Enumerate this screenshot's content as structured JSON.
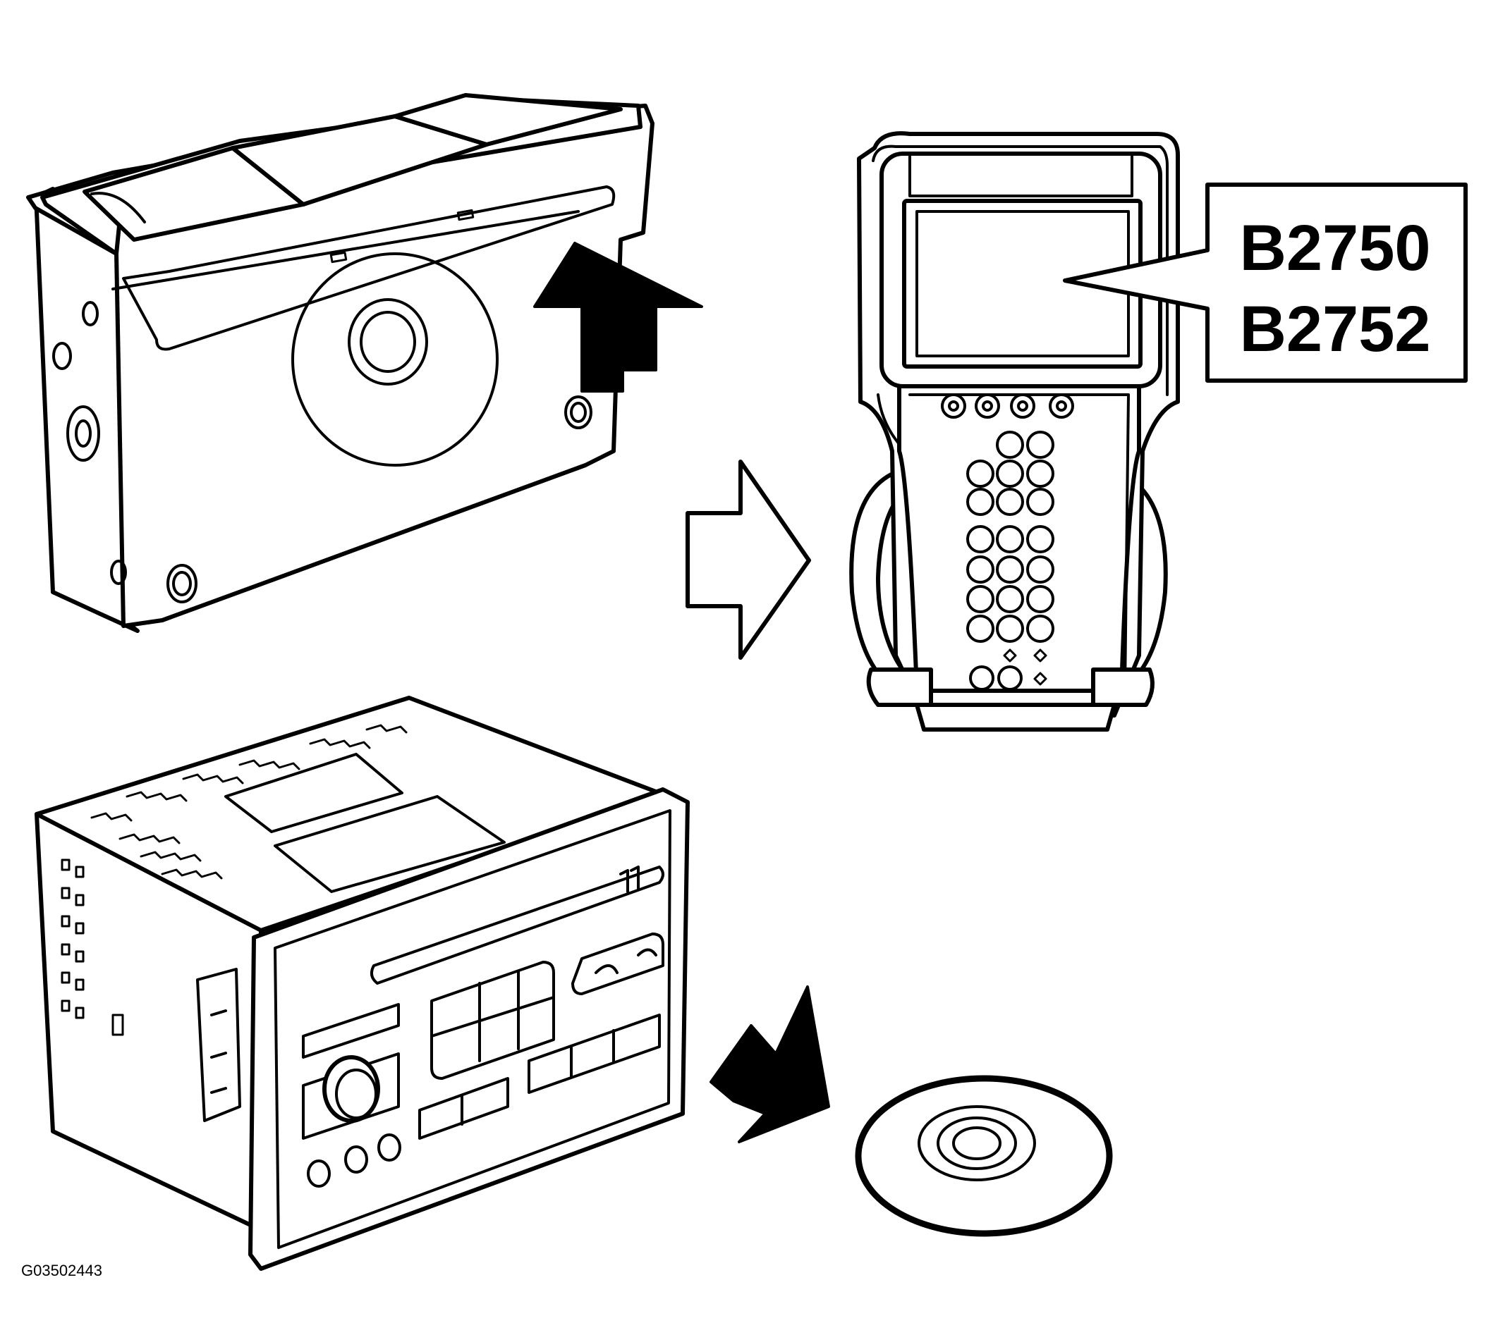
{
  "callout": {
    "codes": [
      "B2750",
      "B2752"
    ]
  },
  "figure_id": "G03502443",
  "colors": {
    "line": "#000000",
    "background": "#ffffff"
  },
  "icons": [
    "cd-changer-mechanism",
    "eject-arrow-up",
    "flow-arrow-right",
    "scan-tool",
    "radio-head-unit",
    "insert-arrow-down-right",
    "compact-disc"
  ]
}
